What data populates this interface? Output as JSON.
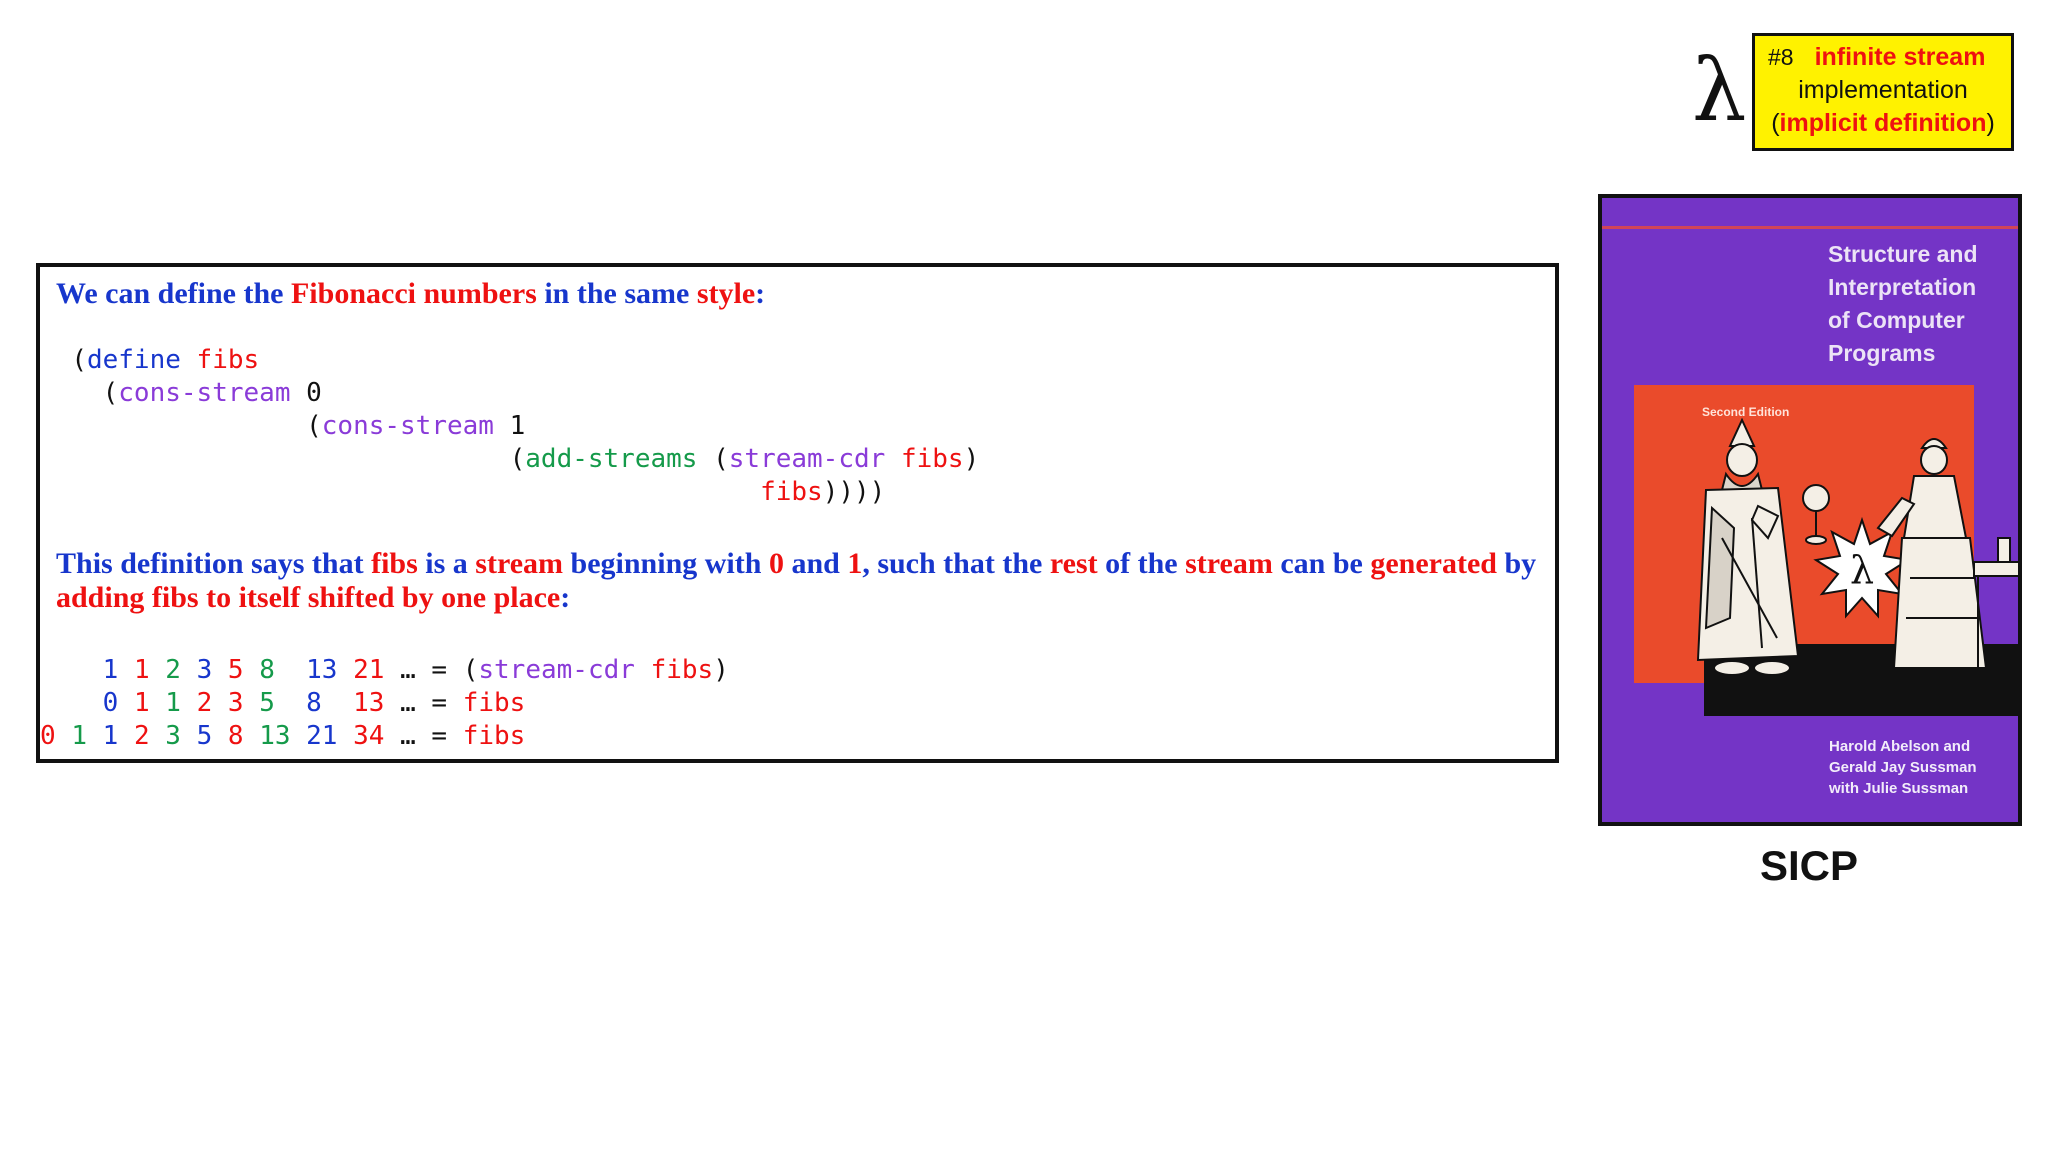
{
  "corner_symbol": "λ",
  "badge": {
    "number": "#8",
    "line1": "infinite stream",
    "line2": "implementation",
    "line3_open": "(",
    "line3_main": "implicit definition",
    "line3_close": ")"
  },
  "intro": {
    "p1": "We can define the ",
    "p2": "Fibonacci numbers",
    "p3": " in the same ",
    "p4": "style",
    "p5": ":"
  },
  "code": {
    "l1_open": "(",
    "l1_kw": "define",
    "l1_name": "fibs",
    "l2_open": "(",
    "l2_kw": "cons-stream",
    "l2_val": "0",
    "l3_open": "(",
    "l3_kw": "cons-stream",
    "l3_val": "1",
    "l4_open": "(",
    "l4_kw": "add-streams",
    "l4_open2": "(",
    "l4_kw2": "stream-cdr",
    "l4_name": "fibs",
    "l4_close": ")",
    "l5_name": "fibs",
    "l5_close": "))))"
  },
  "explanation": {
    "a1": "This definition says that ",
    "a2": "fibs",
    "a3": " is a ",
    "a4": "stream",
    "a5": " beginning with ",
    "a6": "0",
    "a7": " and ",
    "a8": "1",
    "a9": ", such that the ",
    "a10": "rest",
    "a11": " of the ",
    "a12": "stream",
    "a13": " can be ",
    "a14": "generated",
    "a15": " by ",
    "a16": "adding fibs to itself shifted by one place",
    "a17": ":"
  },
  "table": {
    "row1": {
      "nums": [
        "1",
        "1",
        "2",
        "3",
        "5",
        "8",
        "13",
        "21"
      ],
      "ellipsis": "…",
      "eq": "=",
      "open": "(",
      "fn": "stream-cdr",
      "name": "fibs",
      "close": ")"
    },
    "row2": {
      "nums": [
        "0",
        "1",
        "1",
        "2",
        "3",
        "5",
        "8",
        "13"
      ],
      "ellipsis": "…",
      "eq": "=",
      "name": "fibs"
    },
    "row3": {
      "nums": [
        "0",
        "1",
        "1",
        "2",
        "3",
        "5",
        "8",
        "13",
        "21",
        "34"
      ],
      "ellipsis": "…",
      "eq": "=",
      "name": "fibs"
    }
  },
  "book": {
    "title": "Structure and\nInterpretation\nof Computer\nPrograms",
    "edition": "Second Edition",
    "authors": "Harold Abelson and\nGerald Jay Sussman\nwith Julie Sussman",
    "emblem": "λ"
  },
  "caption": "SICP",
  "colors": {
    "blue": "#1736cc",
    "red": "#ee1111",
    "purple": "#8a3bd8",
    "green": "#159a4a",
    "badge_yellow": "#fff200",
    "book_purple": "#7434c6",
    "book_orange": "#ea4b2b"
  }
}
